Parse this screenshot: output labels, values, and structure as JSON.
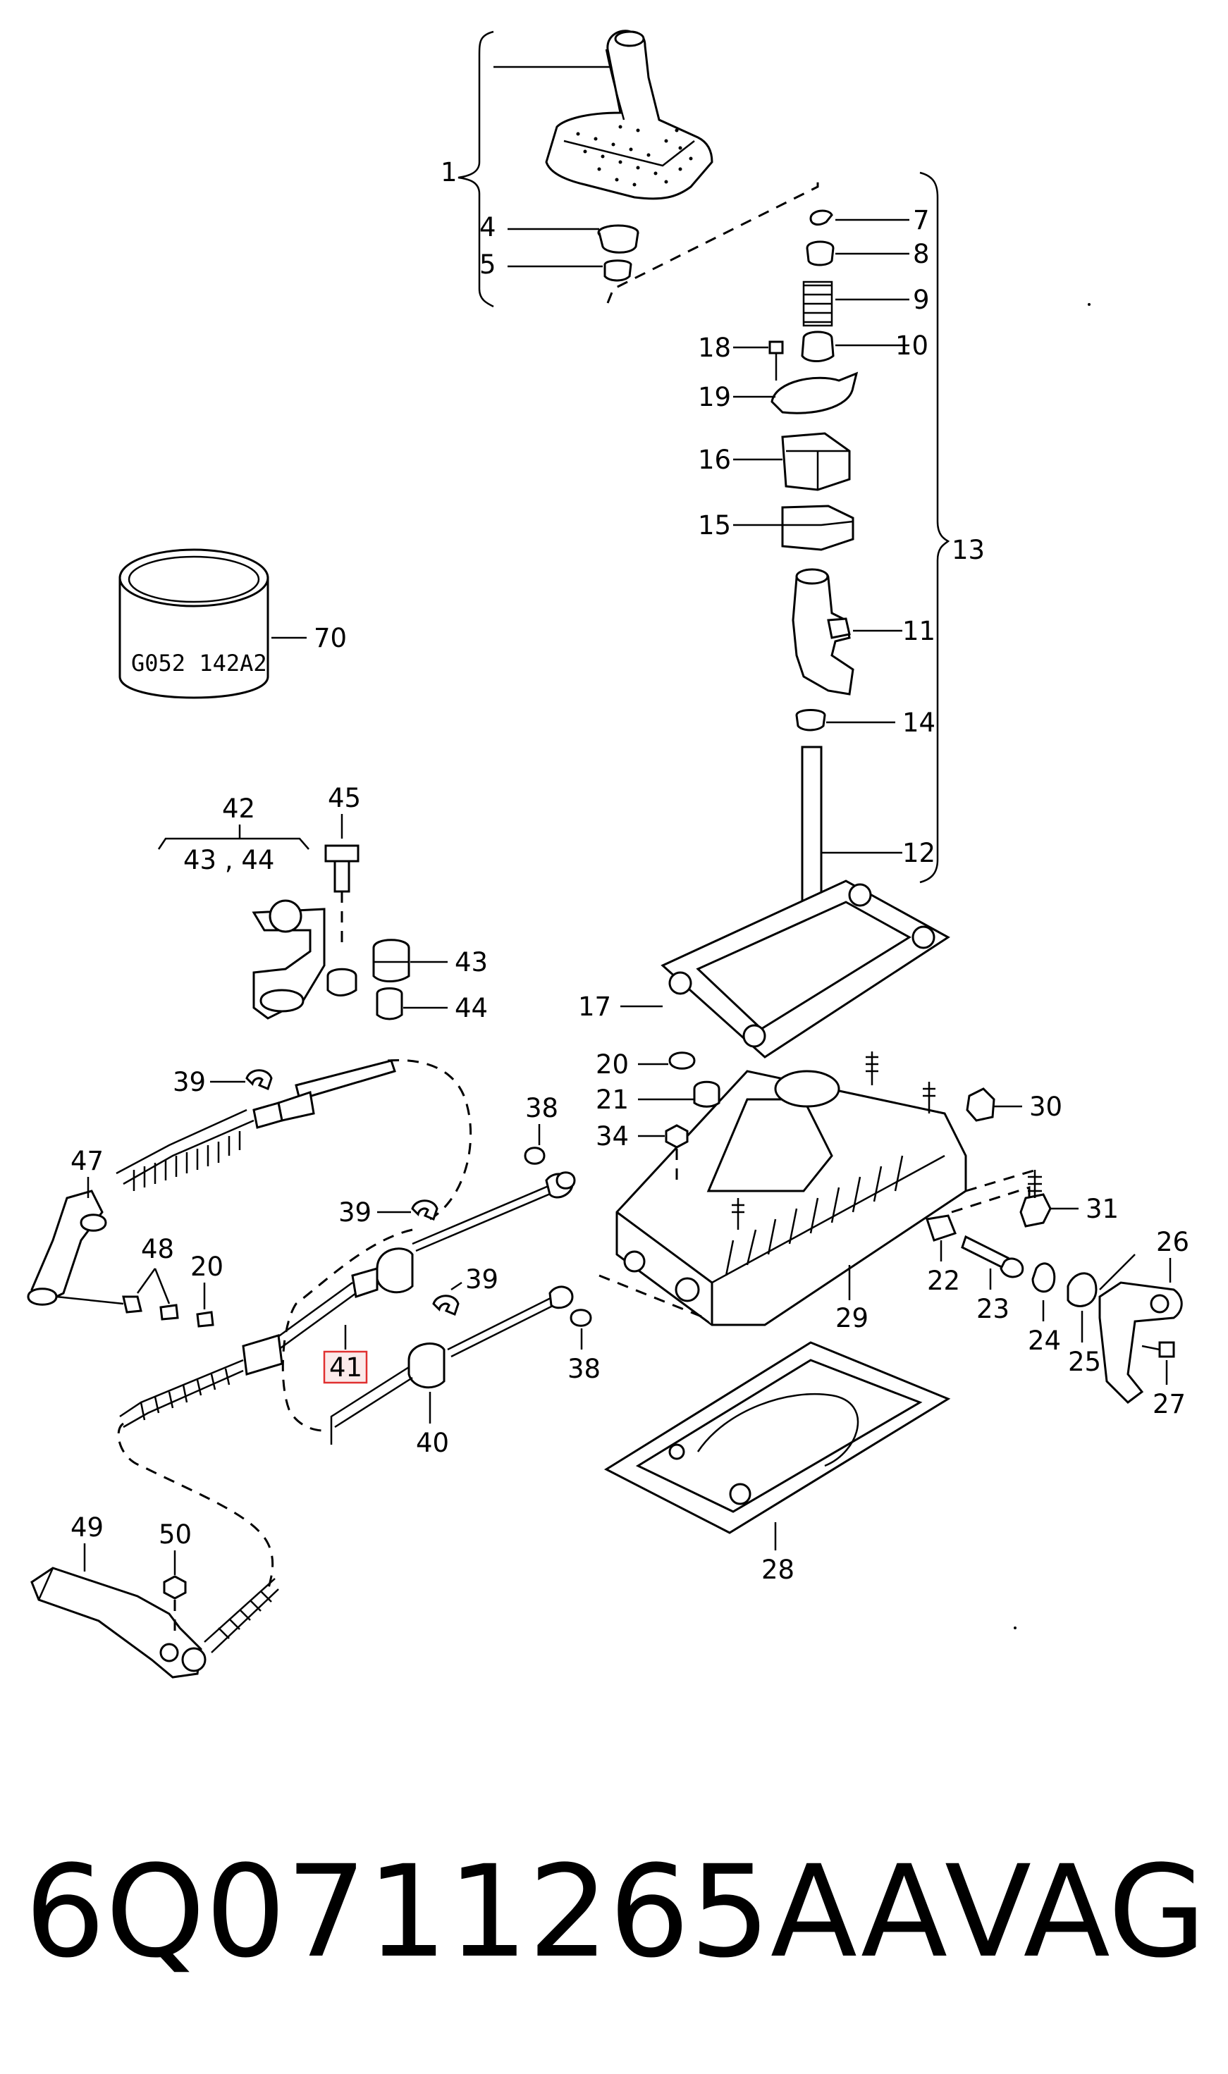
{
  "footer": {
    "part_number": "6Q0711265AA",
    "brand": "VAG"
  },
  "drum_label": "G052 142A2",
  "group_labels": {
    "g42_sub": "43 , 44"
  },
  "highlight_label": "41",
  "labels": {
    "l1": "1",
    "l4": "4",
    "l5": "5",
    "l7": "7",
    "l8": "8",
    "l9": "9",
    "l10": "10",
    "l18": "18",
    "l19": "19",
    "l16": "16",
    "l15": "15",
    "l13": "13",
    "l11": "11",
    "l14": "14",
    "l12": "12",
    "l70": "70",
    "l42": "42",
    "l45": "45",
    "l43": "43",
    "l44": "44",
    "l17": "17",
    "l20a": "20",
    "l21": "21",
    "l30": "30",
    "l34": "34",
    "l38a": "38",
    "l31": "31",
    "l39a": "39",
    "l39b": "39",
    "l39c": "39",
    "l47": "47",
    "l48": "48",
    "l20b": "20",
    "l26": "26",
    "l22": "22",
    "l23": "23",
    "l29": "29",
    "l24": "24",
    "l25": "25",
    "l27": "27",
    "l38b": "38",
    "l40": "40",
    "l28": "28",
    "l49": "49",
    "l50": "50"
  }
}
